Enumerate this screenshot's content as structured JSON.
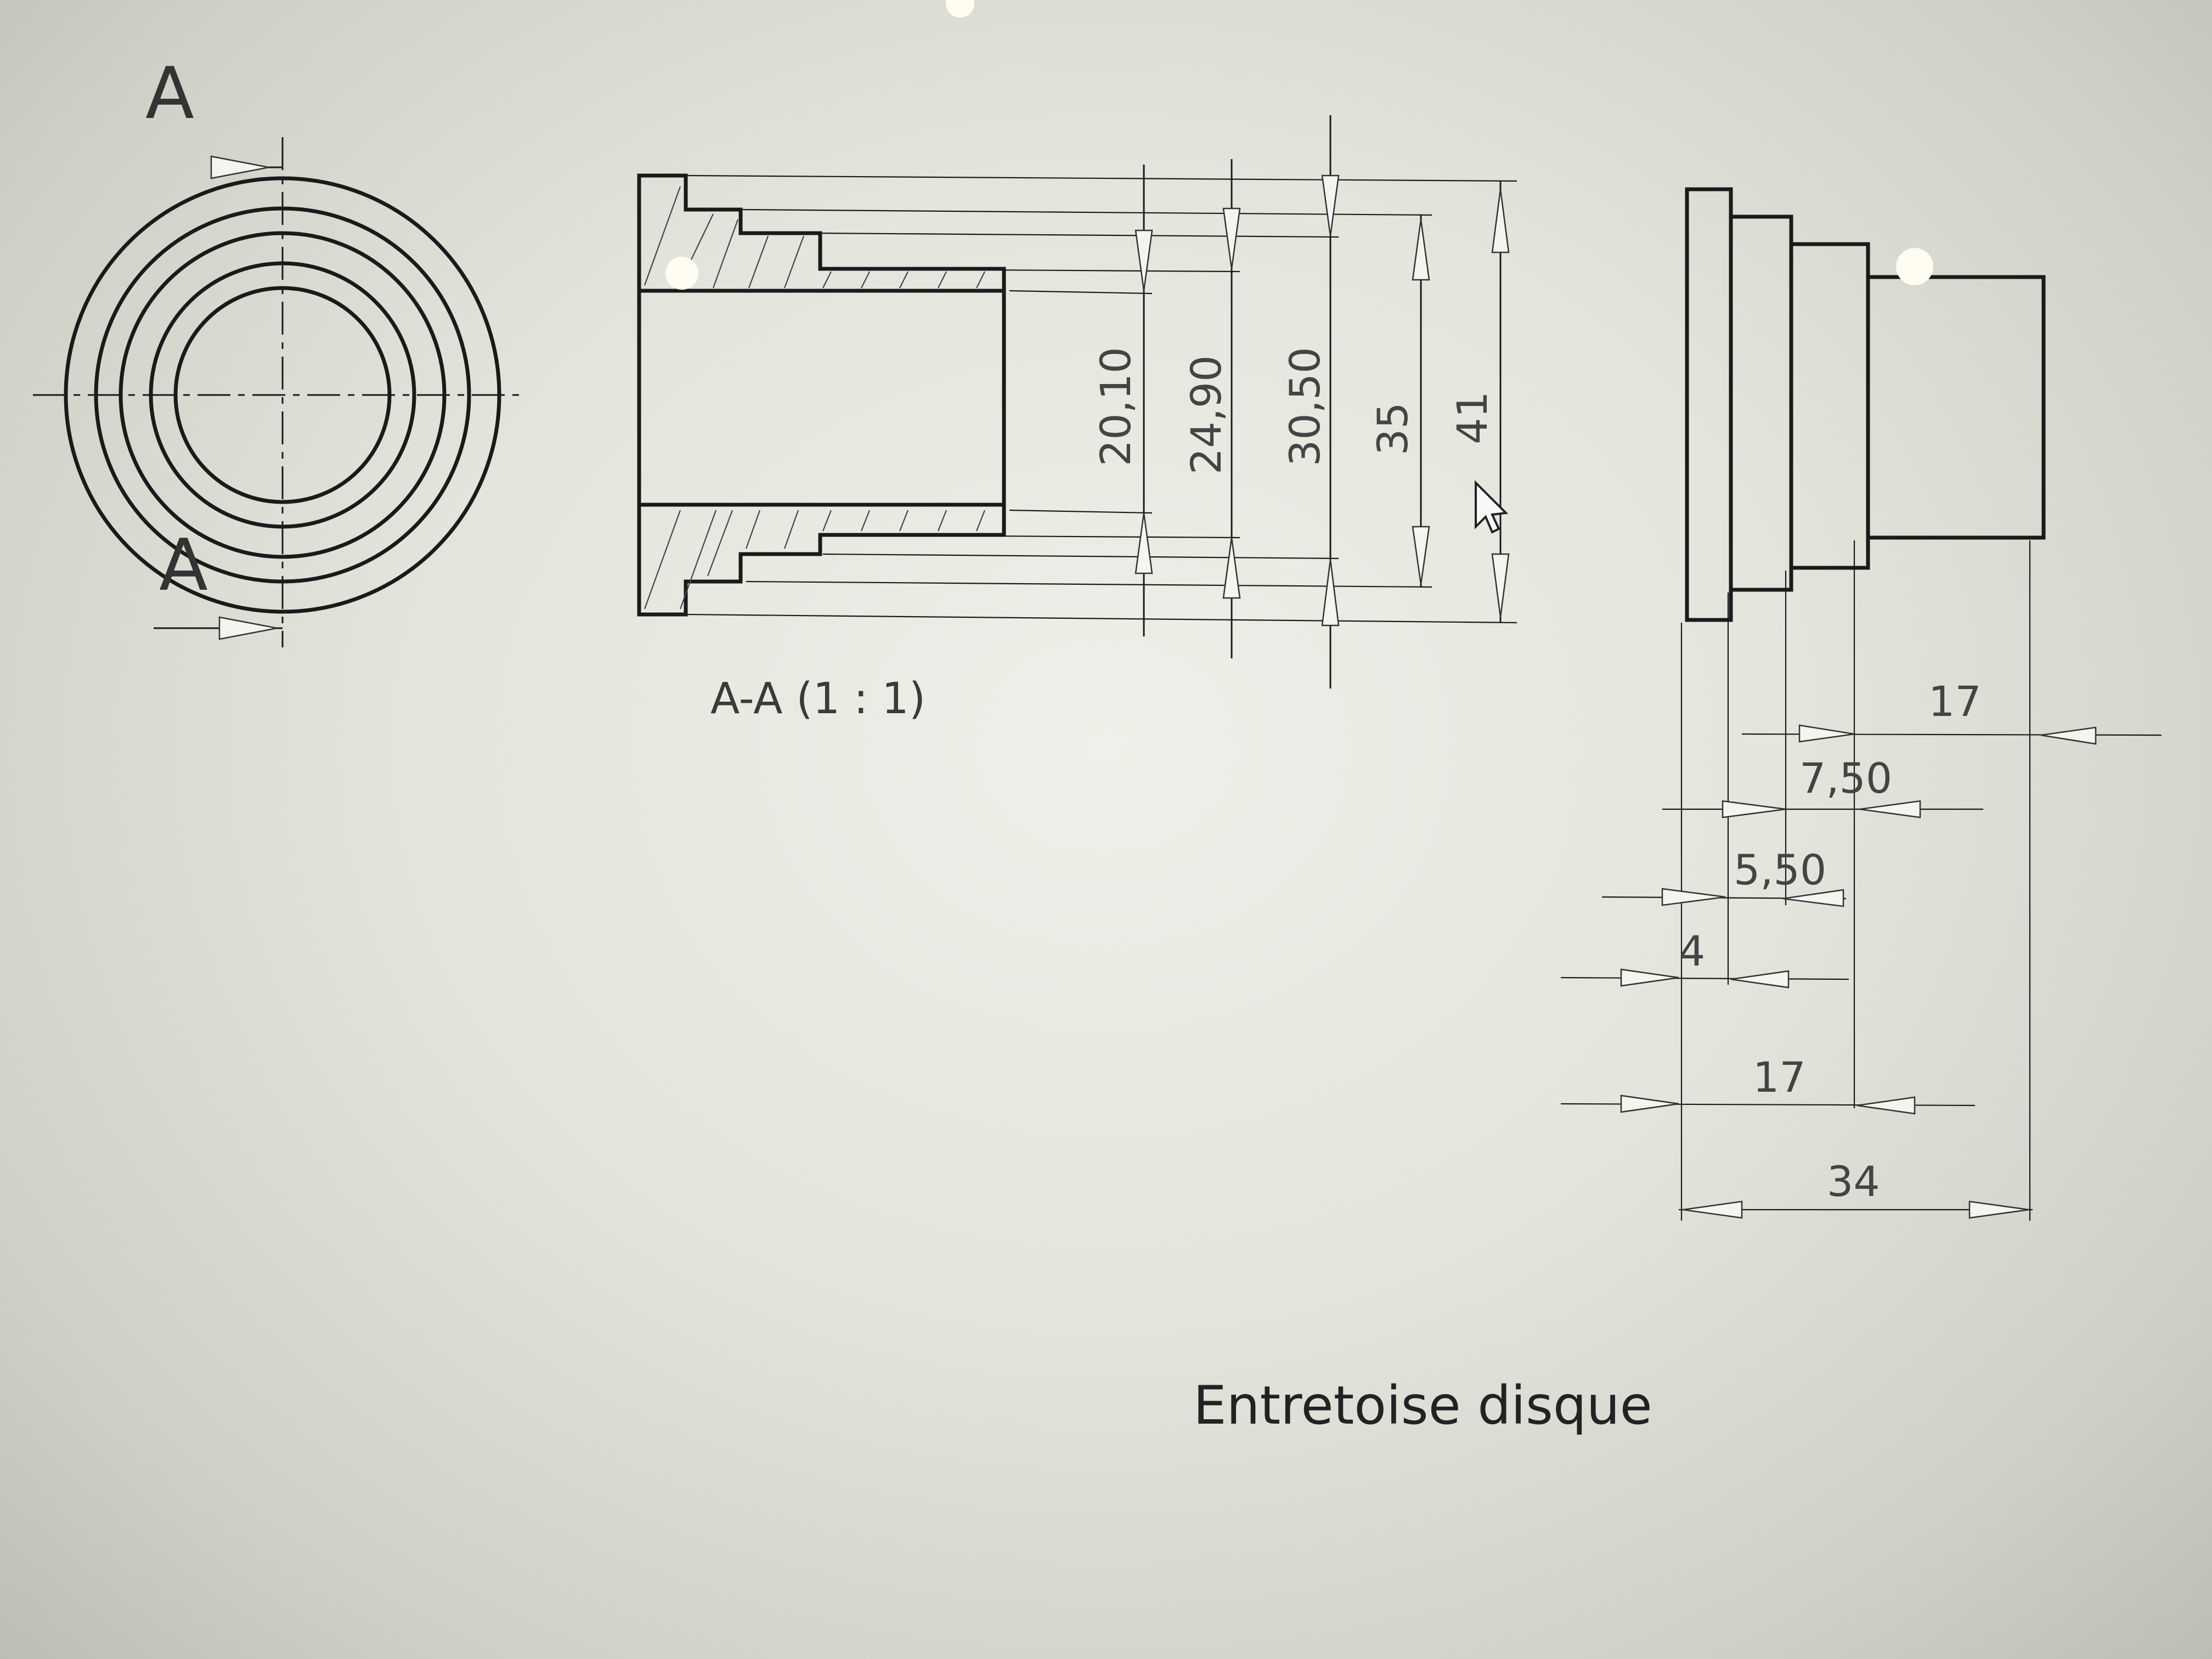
{
  "section": {
    "label": "A",
    "view_label": "A-A (1 : 1)"
  },
  "diameters": [
    "20,10",
    "24,90",
    "30,50",
    "35",
    "41"
  ],
  "lengths": {
    "overall": "34",
    "to_third_step": "17",
    "fourth_step": "17",
    "third_step": "7,50",
    "second_step": "5,50",
    "flange": "4"
  },
  "part_title": "Entretoise disque"
}
